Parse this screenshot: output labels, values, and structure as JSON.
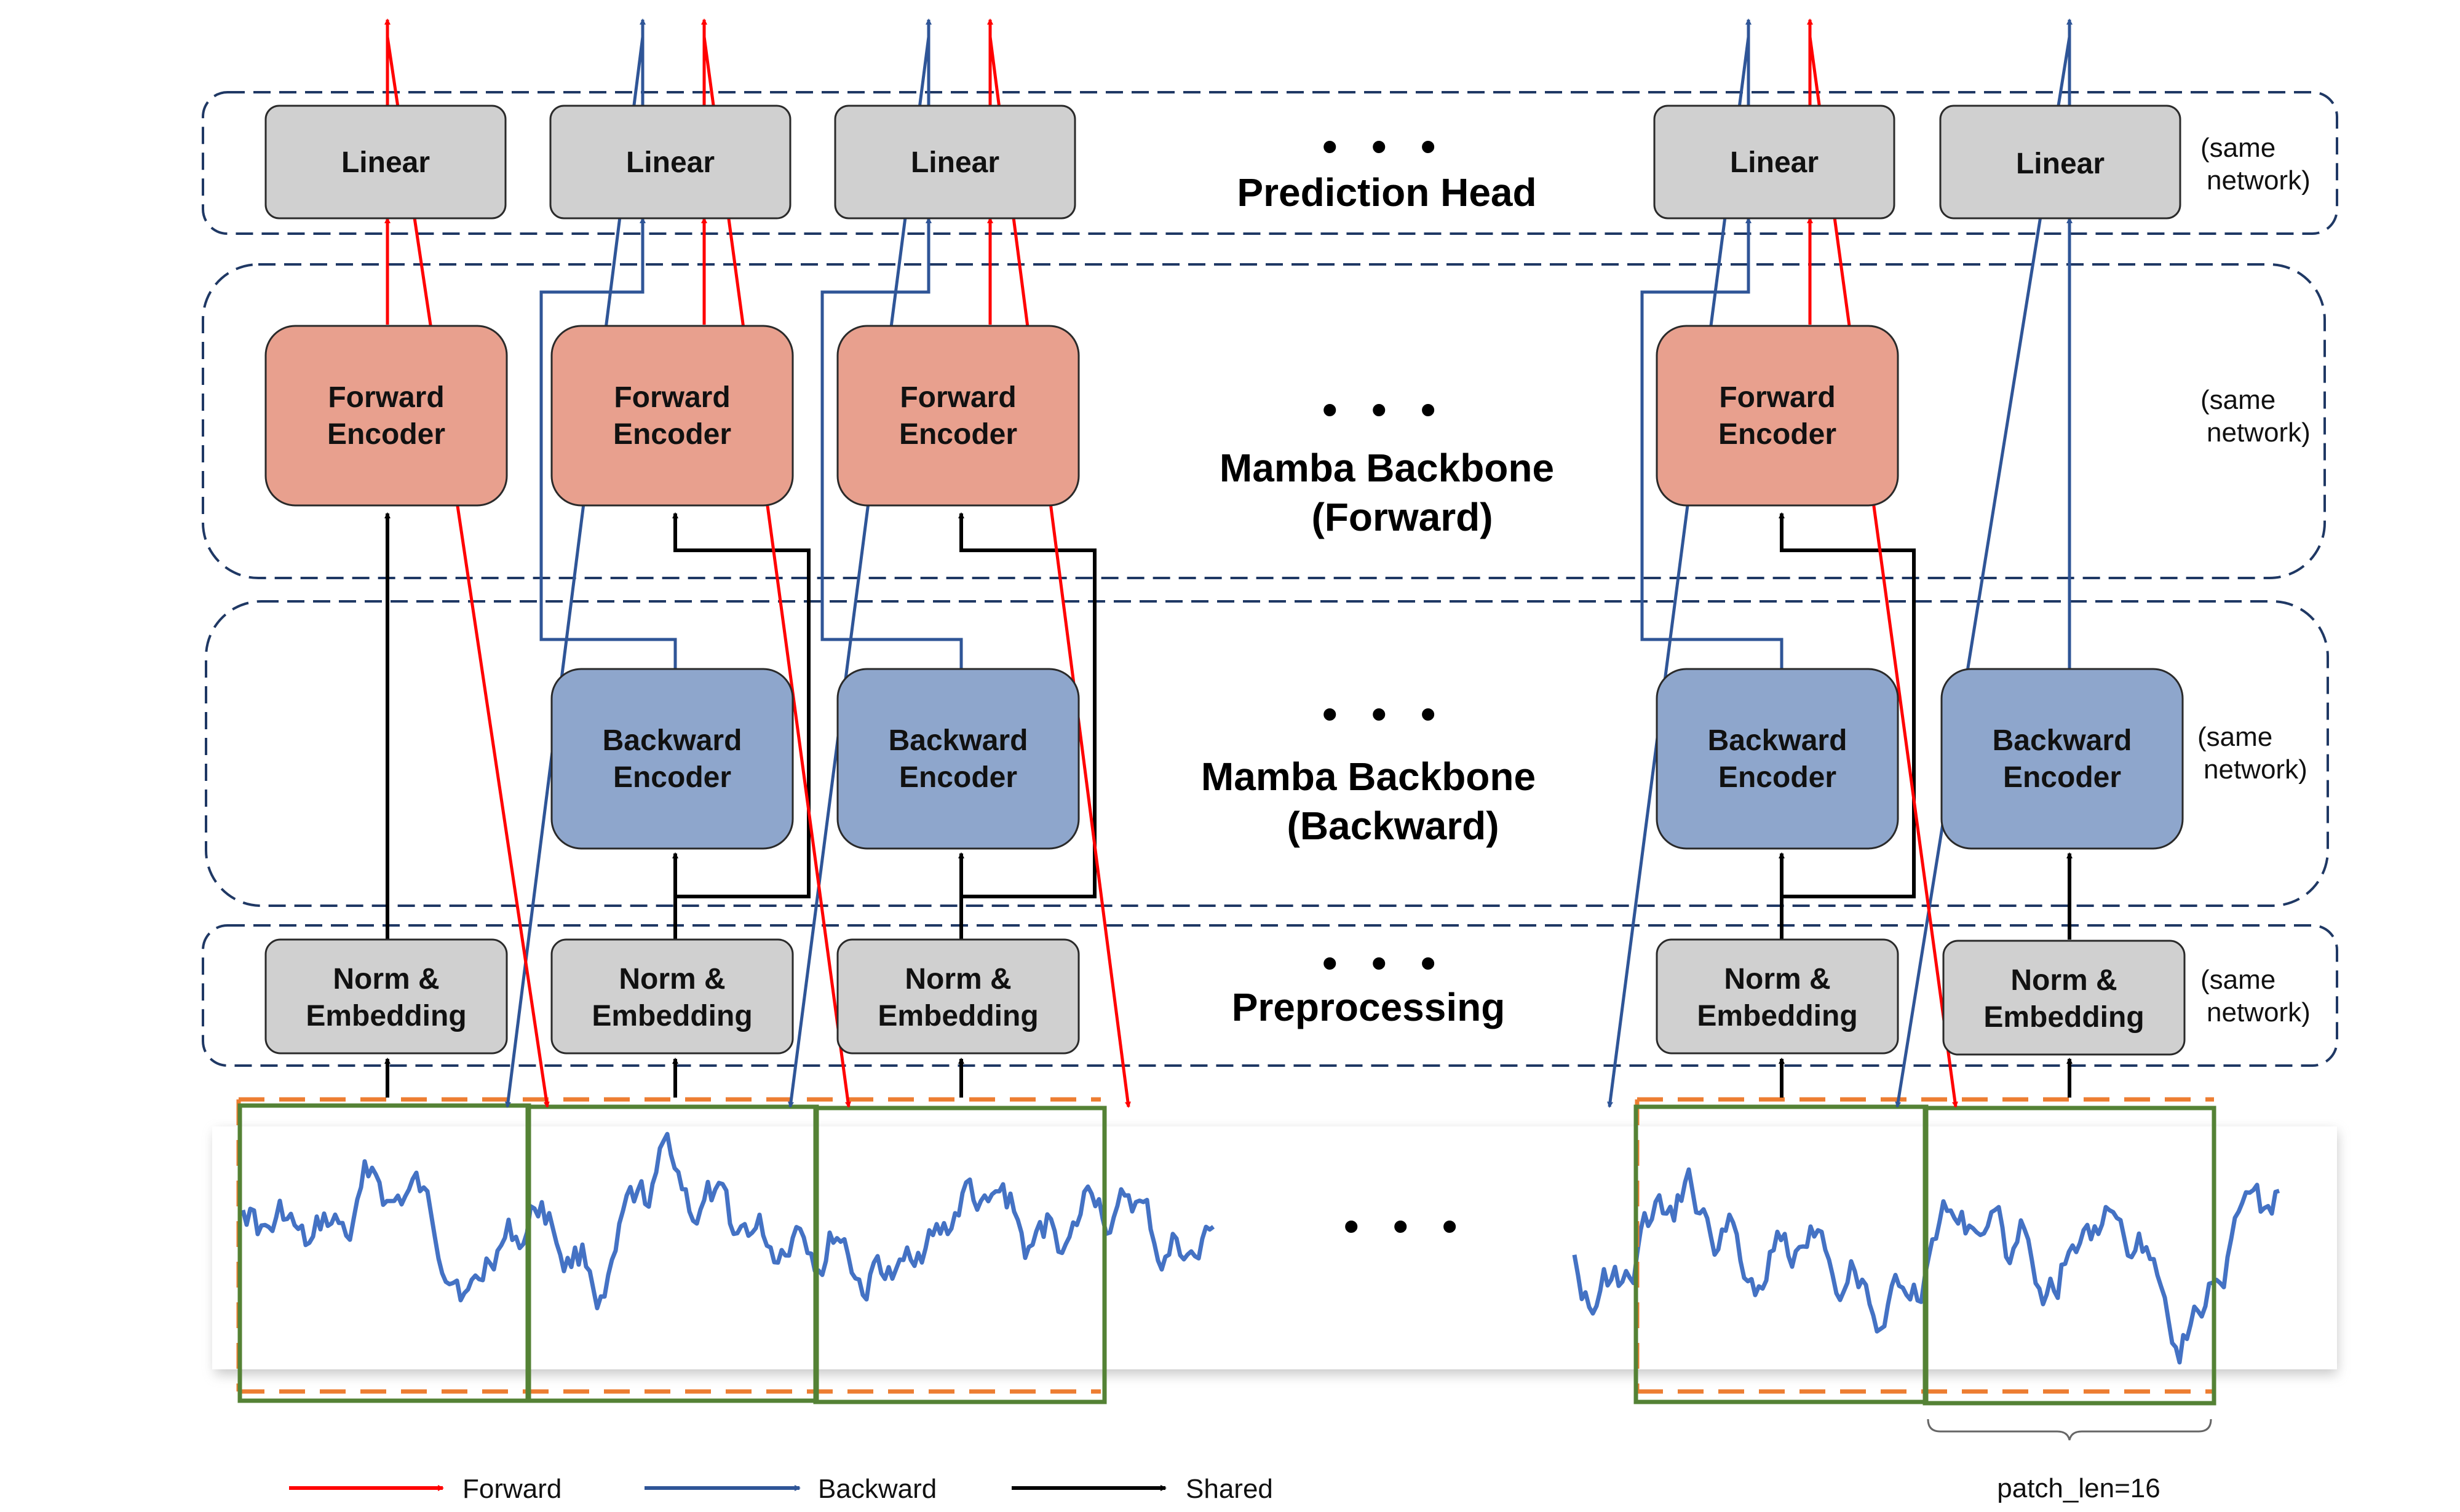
{
  "colors": {
    "forward": "#ff0000",
    "backward": "#2f5597",
    "shared": "#000000",
    "forward_encoder_fill": "#e8a08e",
    "backward_encoder_fill": "#8ea6cc",
    "gray_block_fill": "#d0d0d0",
    "series_line": "#4472c4",
    "patch_box": "#548235",
    "orange_dashed": "#ed7d31",
    "section_border": "#1f3864"
  },
  "sections": {
    "prediction_head": "Prediction Head",
    "backbone_forward": [
      "Mamba Backbone",
      "(Forward)"
    ],
    "backbone_backward": [
      "Mamba Backbone",
      "(Backward)"
    ],
    "preprocessing": "Preprocessing"
  },
  "ellipsis": "• • •",
  "side_note": [
    "(same",
    "network)"
  ],
  "blocks": {
    "linear": "Linear",
    "forward_encoder": [
      "Forward",
      "Encoder"
    ],
    "backward_encoder": [
      "Backward",
      "Encoder"
    ],
    "norm_embedding": [
      "Norm &",
      "Embedding"
    ]
  },
  "legend": {
    "forward": "Forward",
    "backward": "Backward",
    "shared": "Shared"
  },
  "patch_len_label": "patch_len=16",
  "icons": [
    "arrow-icon"
  ]
}
